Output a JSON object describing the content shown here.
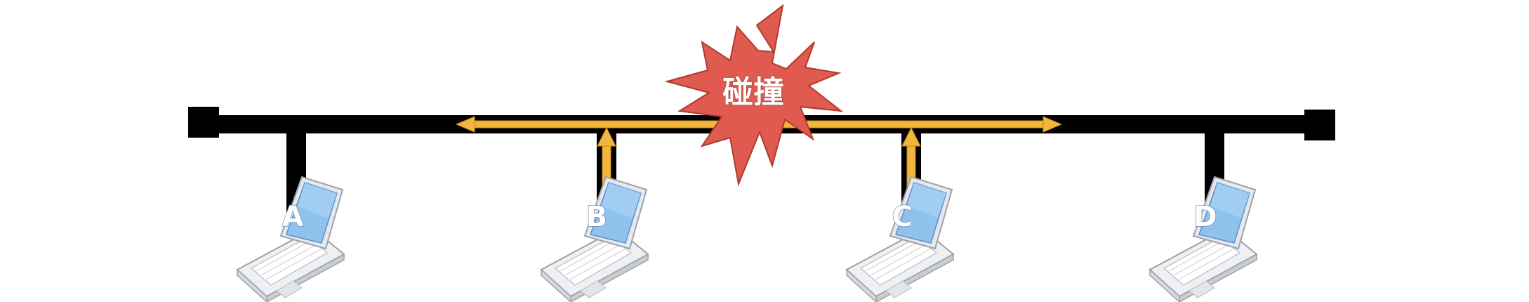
{
  "collision": {
    "label": "碰撞",
    "fill_color": "#e05a4f",
    "stroke_color": "#b03a2e",
    "text_color": "#ffffff"
  },
  "bus": {
    "color": "#000000",
    "signal_color": "#f2b63c",
    "signal_outline": "#c48a1a"
  },
  "nodes": [
    {
      "id": "A",
      "label": "A",
      "icon": "laptop-icon",
      "transmitting": false
    },
    {
      "id": "B",
      "label": "B",
      "icon": "laptop-icon",
      "transmitting": true
    },
    {
      "id": "C",
      "label": "C",
      "icon": "laptop-icon",
      "transmitting": true
    },
    {
      "id": "D",
      "label": "D",
      "icon": "laptop-icon",
      "transmitting": false
    }
  ],
  "colors": {
    "screen": "#8fc3ee",
    "screen_dark": "#5b8ec8",
    "laptop_body": "#f2f3f5",
    "laptop_edge": "#a6aab0"
  }
}
